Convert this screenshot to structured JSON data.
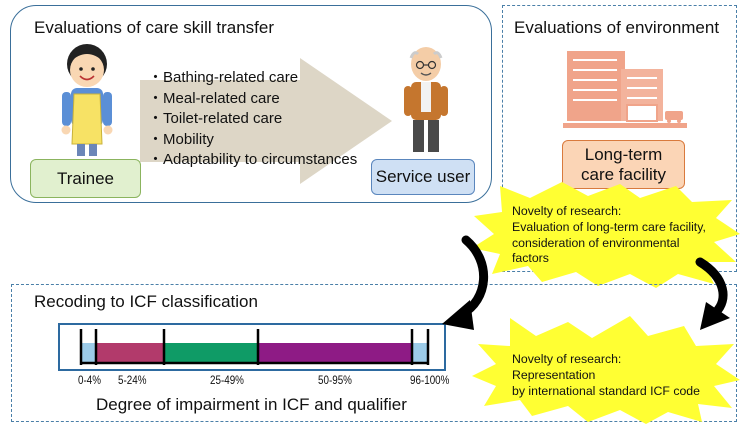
{
  "skill_panel": {
    "title": "Evaluations of care skill transfer",
    "care_items": [
      "Bathing-related care",
      "Meal-related care",
      "Toilet-related care",
      "Mobility",
      "Adaptability to circumstances"
    ],
    "trainee_label": "Trainee",
    "service_user_label": "Service user"
  },
  "environment_panel": {
    "title": "Evaluations of environment",
    "facility_line1": "Long-term",
    "facility_line2": "care facility"
  },
  "novelty_1": {
    "lines": [
      "Novelty of research:",
      "Evaluation of long-term care facility,",
      "consideration of environmental",
      "factors"
    ]
  },
  "novelty_2": {
    "lines": [
      "Novelty of research:",
      "Representation",
      "by international standard ICF code"
    ]
  },
  "icf_panel": {
    "title": "Recoding to ICF classification",
    "caption": "Degree of impairment in ICF and qualifier",
    "segments": [
      {
        "label": "0-4%",
        "color": "#9ccbe8"
      },
      {
        "label": "5-24%",
        "color": "#b23a6b"
      },
      {
        "label": "25-49%",
        "color": "#0f9b66"
      },
      {
        "label": "50-95%",
        "color": "#8e1b85"
      },
      {
        "label": "96-100%",
        "color": "#9ccbe8"
      }
    ]
  },
  "colors": {
    "panel_border": "#3a6f9a",
    "arrow": "#ddd6c6",
    "burst": "#ffff33",
    "building": "#f0a48a"
  }
}
